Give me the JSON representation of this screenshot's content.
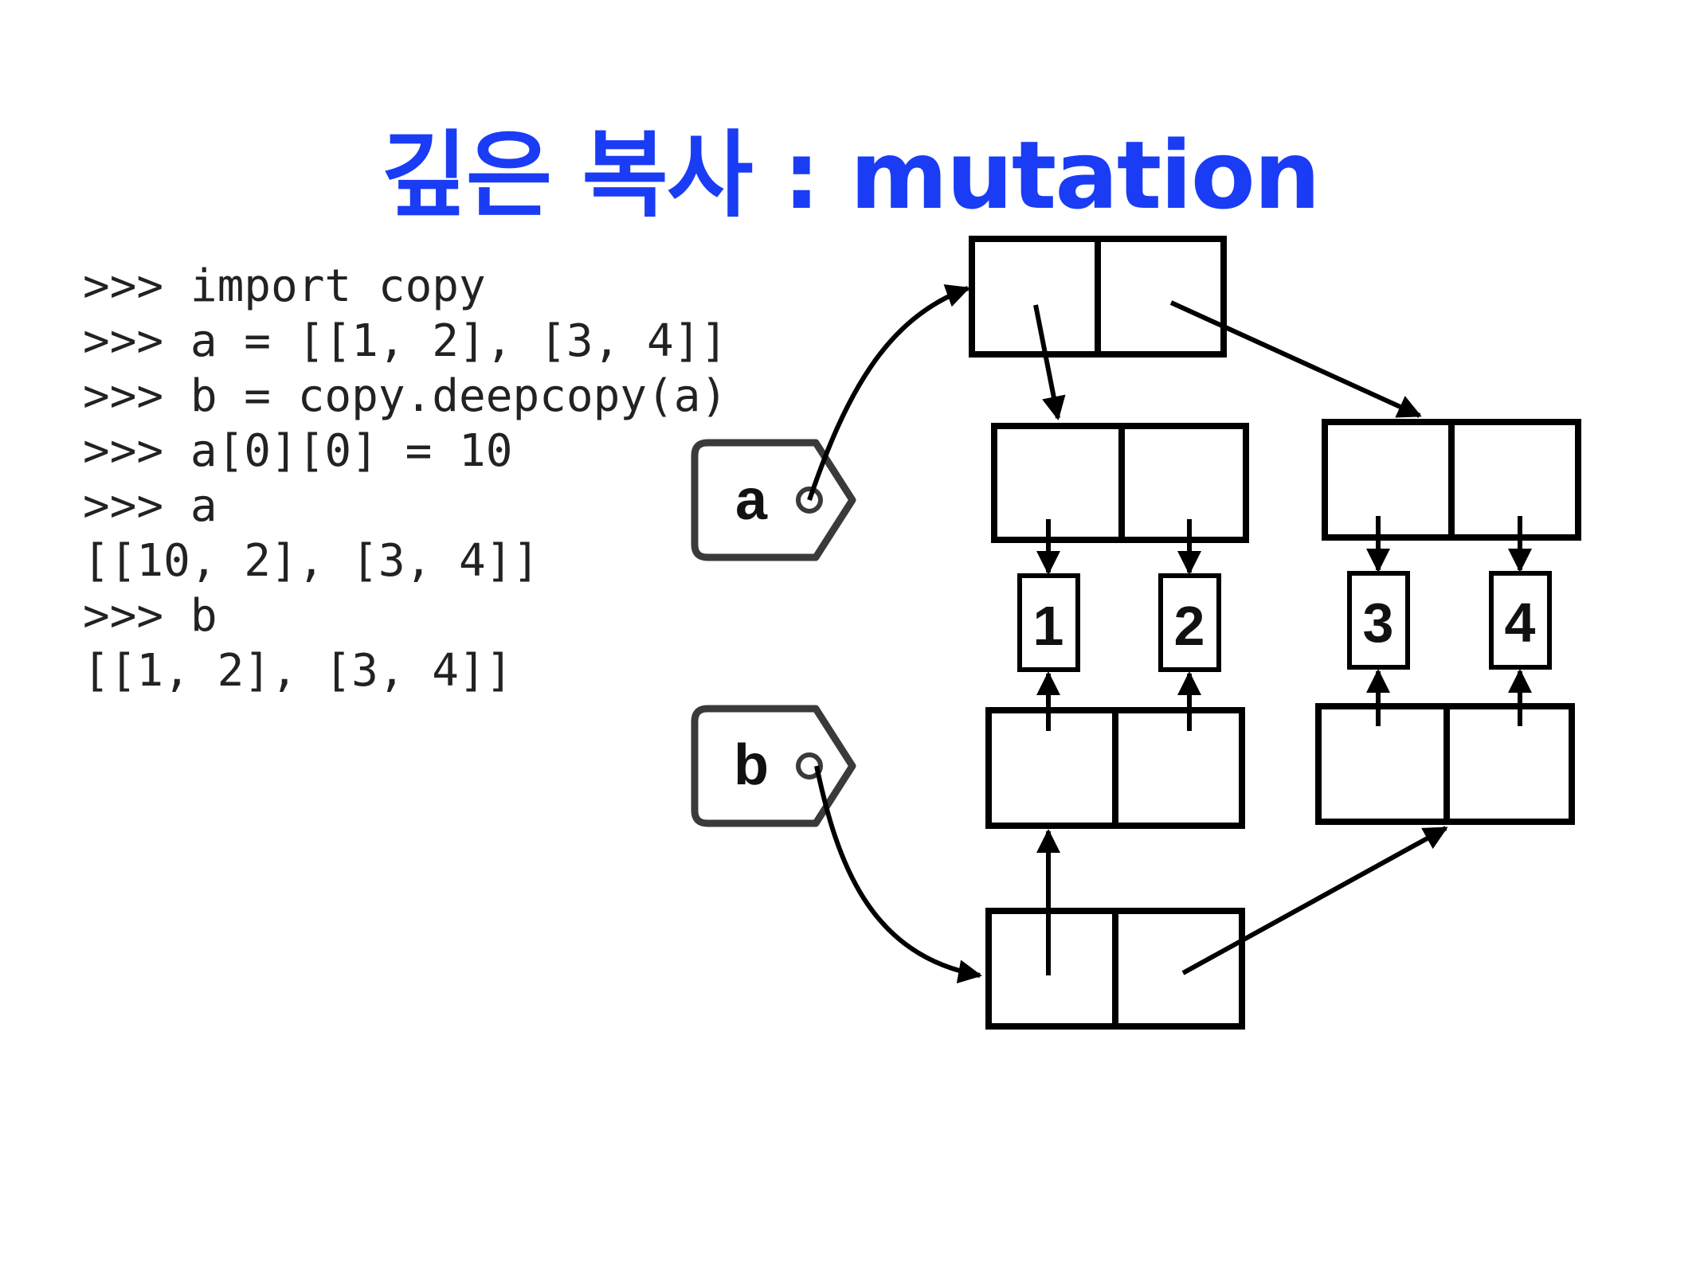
{
  "title": "깊은 복사 : mutation",
  "code_lines": [
    ">>> import copy",
    ">>> a = [[1, 2], [3, 4]]",
    ">>> b = copy.deepcopy(a)",
    ">>> a[0][0] = 10",
    ">>> a",
    "[[10, 2], [3, 4]]",
    ">>> b",
    "[[1, 2], [3, 4]]"
  ],
  "diagram": {
    "tags": {
      "a": "a",
      "b": "b"
    },
    "values": [
      "1",
      "2",
      "3",
      "4"
    ]
  }
}
